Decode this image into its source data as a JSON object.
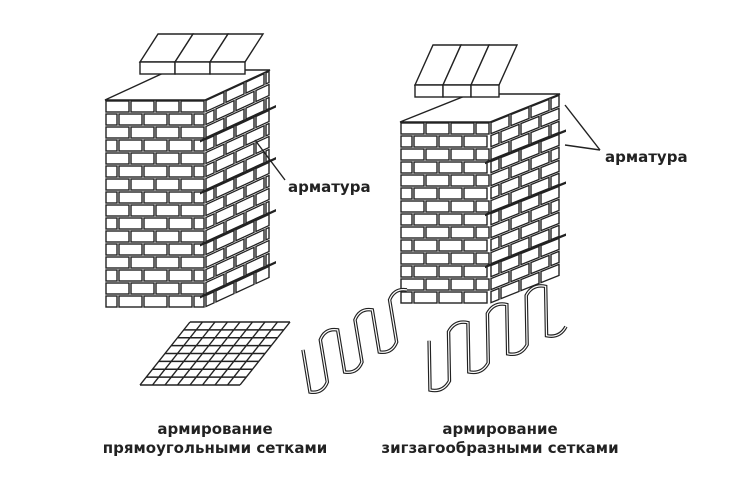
{
  "left": {
    "rebar_label": "арматура",
    "caption_line1": "армирование",
    "caption_line2": "прямоугольными сетками"
  },
  "right": {
    "rebar_label": "арматура",
    "caption_line1": "армирование",
    "caption_line2": "зигзагообразными сетками"
  },
  "colors": {
    "ink": "#222222",
    "background": "#ffffff"
  }
}
